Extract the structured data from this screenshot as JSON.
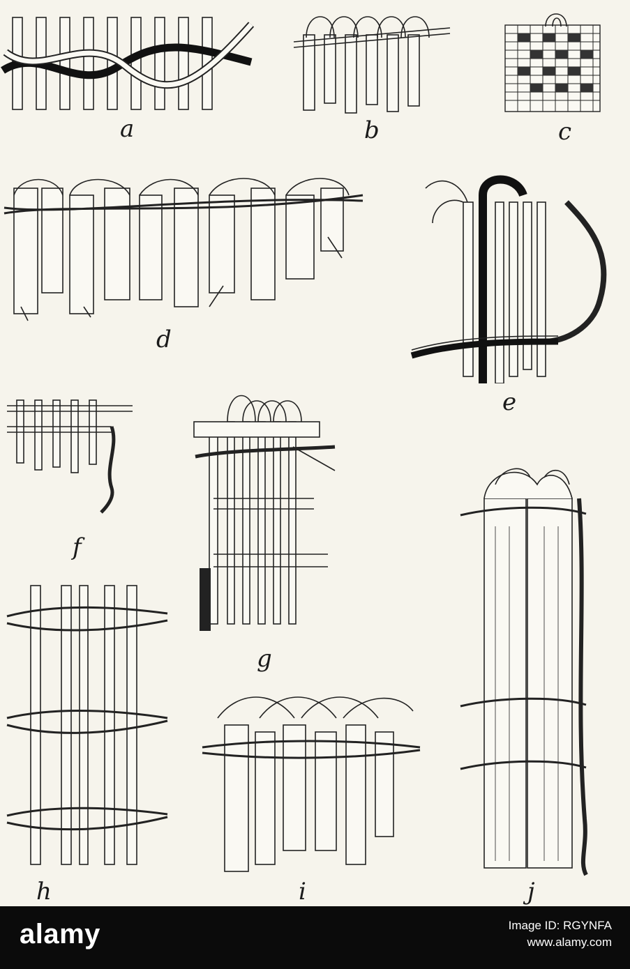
{
  "figure": {
    "labels": {
      "a": "a",
      "b": "b",
      "c": "c",
      "d": "d",
      "e": "e",
      "f": "f",
      "g": "g",
      "h": "h",
      "i": "i",
      "j": "j"
    }
  },
  "watermark": {
    "brand": "alamy",
    "caption": "Image ID: RGYNFA",
    "url": "www.alamy.com"
  }
}
